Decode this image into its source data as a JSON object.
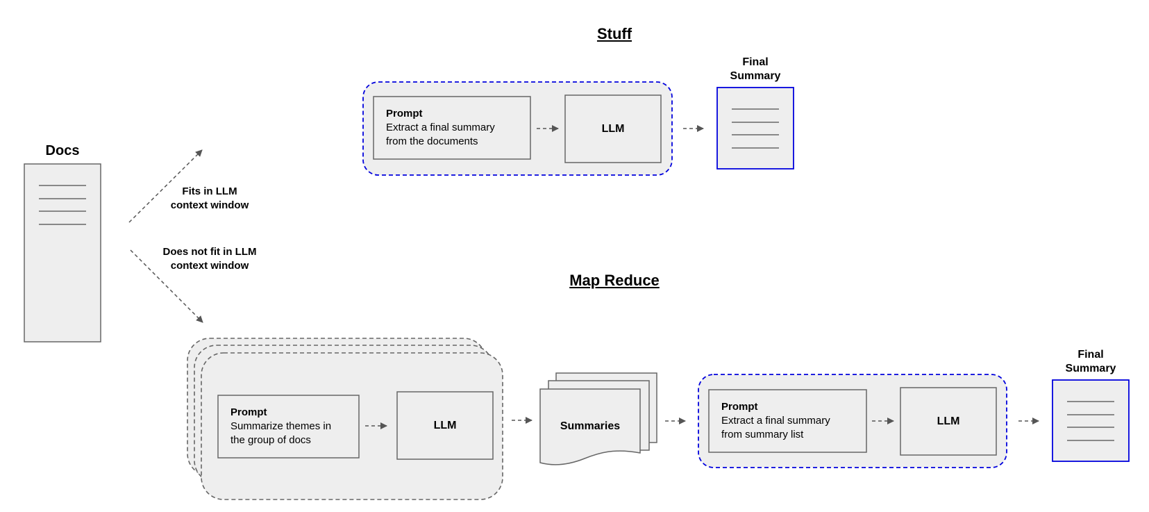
{
  "docs": {
    "label": "Docs"
  },
  "branches": {
    "fits": {
      "line1": "Fits in LLM",
      "line2": "context window"
    },
    "not_fits": {
      "line1": "Does not fit in LLM",
      "line2": "context window"
    }
  },
  "stuff": {
    "title": "Stuff",
    "prompt_heading": "Prompt",
    "prompt_line1": "Extract a final summary",
    "prompt_line2": "from the documents",
    "llm": "LLM",
    "final_line1": "Final",
    "final_line2": "Summary"
  },
  "map_reduce": {
    "title": "Map Reduce",
    "map_prompt_heading": "Prompt",
    "map_prompt_line1": "Summarize themes in",
    "map_prompt_line2": "the group of docs",
    "map_llm": "LLM",
    "summaries": "Summaries",
    "reduce_prompt_heading": "Prompt",
    "reduce_prompt_line1": "Extract a final summary",
    "reduce_prompt_line2": "from summary list",
    "reduce_llm": "LLM",
    "final_line1": "Final",
    "final_line2": "Summary"
  },
  "colors": {
    "box_fill": "#eeeeee",
    "box_stroke": "#666666",
    "accent_blue": "#0000dd",
    "arrow": "#555555"
  }
}
